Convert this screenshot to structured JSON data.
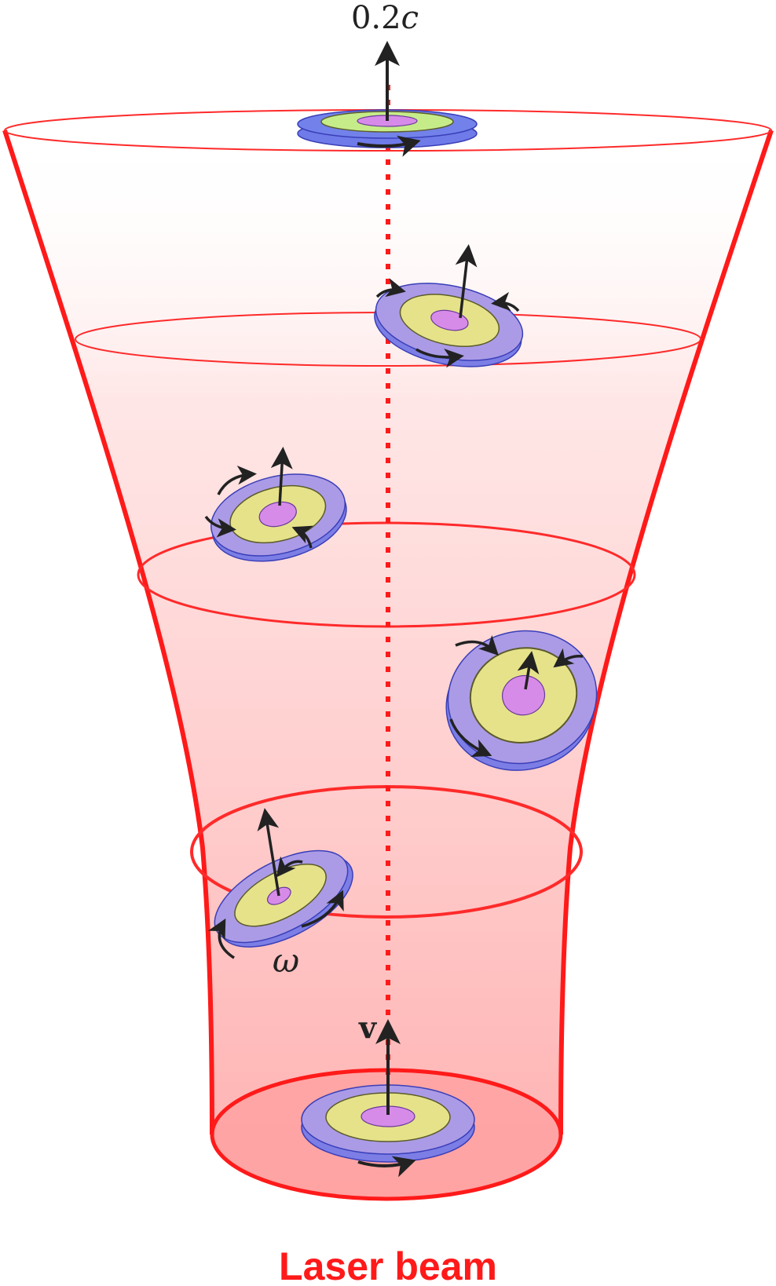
{
  "labels": {
    "top_speed_number": "0.2",
    "top_speed_unit": "c",
    "velocity": "v",
    "angular_velocity": "ω",
    "caption": "Laser beam"
  },
  "colors": {
    "beam_edge": "#ff1a1a",
    "beam_fill": "#ffb3b3",
    "beam_bottom_fill": "#ff9a9a",
    "disk_outer": "#9d8fe0",
    "disk_outer_top_bottom": "#6f7be8",
    "disk_middle": "#e6e28a",
    "disk_middle_top": "#c6ec8a",
    "disk_center": "#d78be8",
    "arrow": "#222222",
    "center_line": "#ff1a1a"
  }
}
